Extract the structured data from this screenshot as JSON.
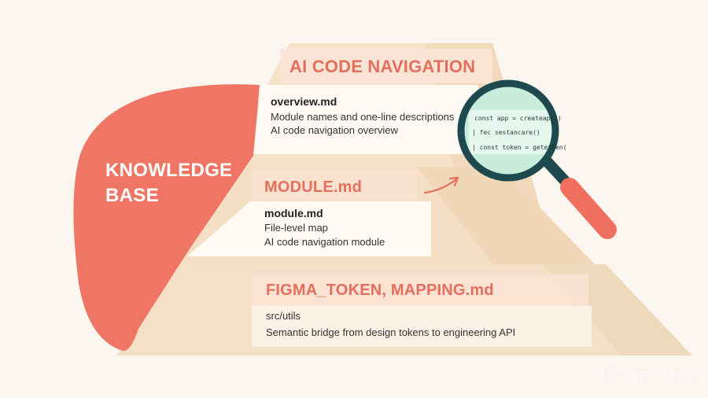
{
  "knowledge_base": {
    "line1": "KNOWLEDGE",
    "line2": "BASE"
  },
  "tiers": [
    {
      "title": "AI CODE NAVIGATION",
      "card": {
        "heading": "overview.md",
        "lines": [
          "Module names and one-line descriptions",
          "AI code navigation overview"
        ]
      }
    },
    {
      "title": "MODULE.md",
      "card": {
        "heading": "module.md",
        "lines": [
          "File-level map",
          "AI code navigation module"
        ]
      }
    },
    {
      "title": "FIGMA_TOKEN, MAPPING.md",
      "card": {
        "heading": "",
        "lines": [
          "src/utils",
          "Semantic bridge from design tokens to engineering API"
        ]
      }
    }
  ],
  "magnifier": {
    "code_lines": [
      "const app = createapp()",
      "| fec sestancare()",
      "| const token = getetaen("
    ]
  },
  "colors": {
    "coral": "#ef7665",
    "tier_title": "#e46f5c",
    "lens_rim": "#1e4a4f",
    "lens_glass": "#c8ecdb",
    "handle": "#f07060"
  },
  "watermark": "图片由AI生成"
}
